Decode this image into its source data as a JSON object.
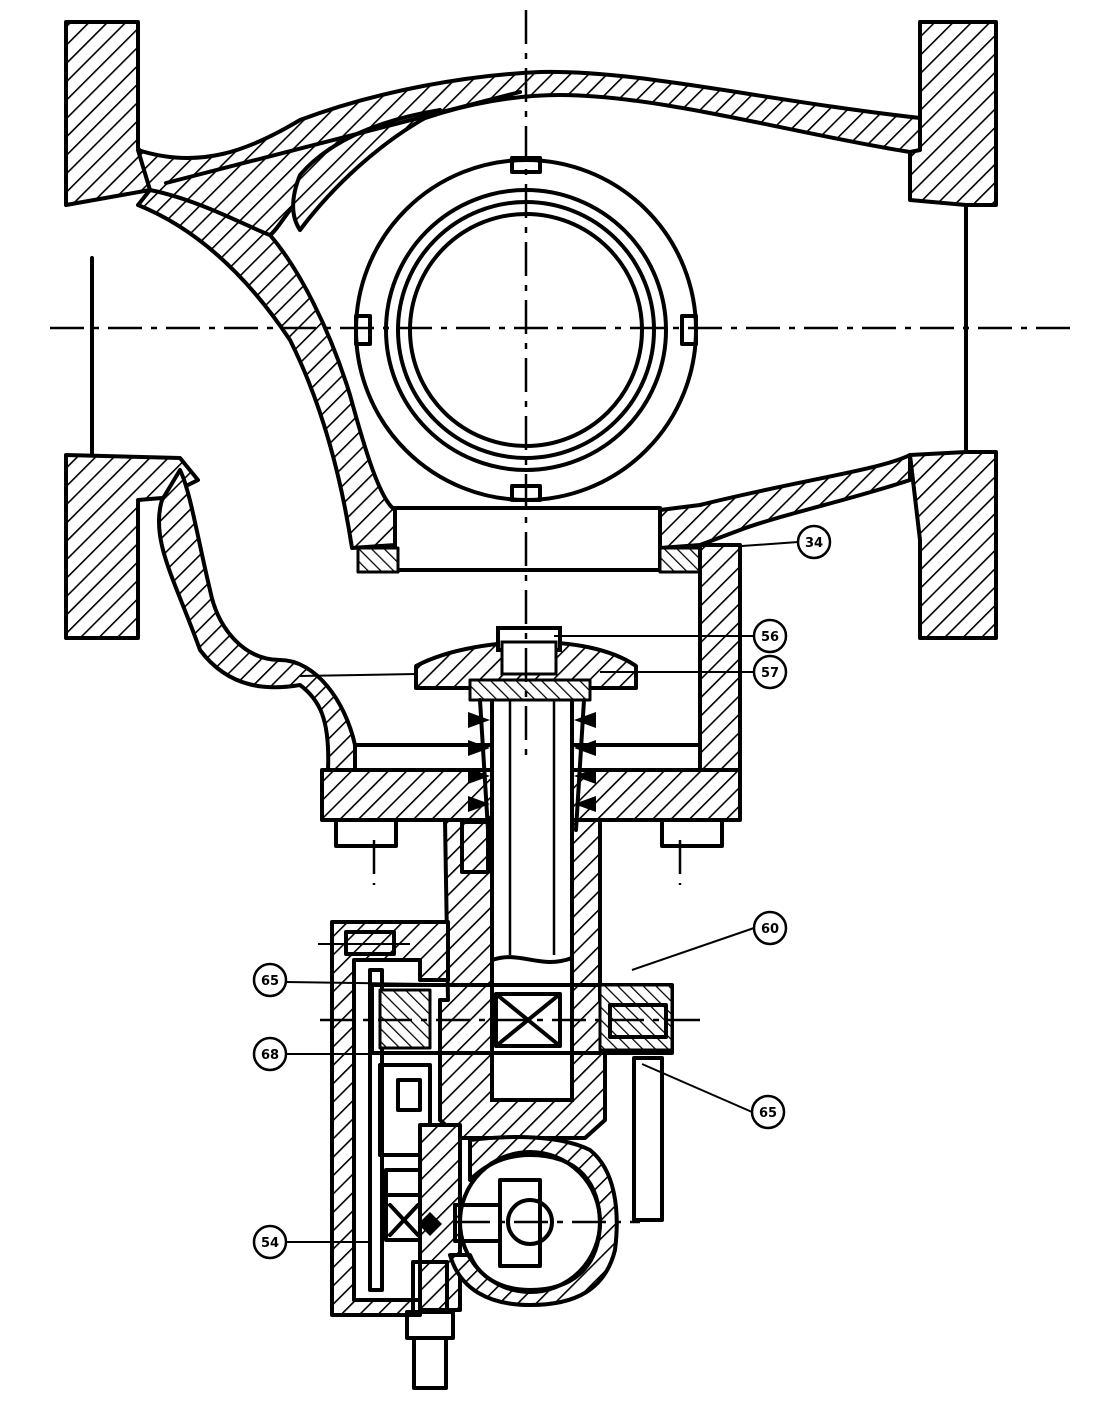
{
  "part_labels": [
    {
      "id": "34",
      "text": "34"
    },
    {
      "id": "56",
      "text": "56"
    },
    {
      "id": "57",
      "text": "57"
    },
    {
      "id": "60",
      "text": "60"
    },
    {
      "id": "65a",
      "text": "65"
    },
    {
      "id": "68",
      "text": "68"
    },
    {
      "id": "65b",
      "text": "65"
    },
    {
      "id": "54",
      "text": "54"
    }
  ],
  "colors": {
    "ink": "#000000",
    "paper": "#ffffff"
  }
}
